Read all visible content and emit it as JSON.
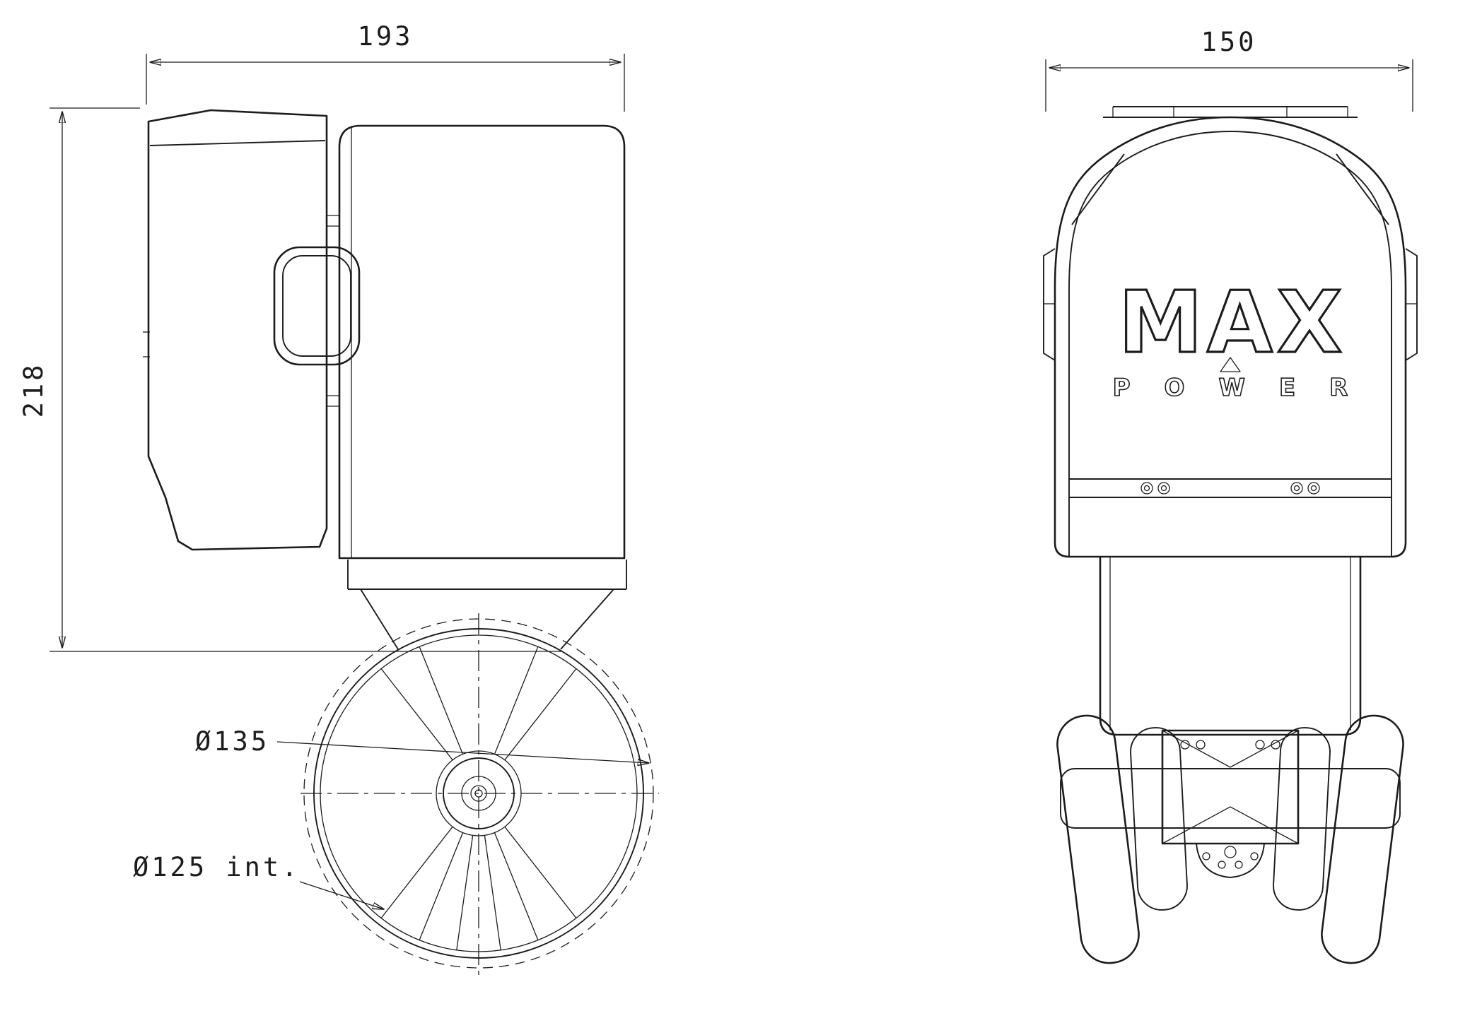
{
  "page": {
    "background": "#ffffff",
    "line_color": "#1c1c1c"
  },
  "side_view": {
    "width_dimension": "193",
    "height_dimension": "218",
    "tunnel_outer_diameter_label": "Ø135",
    "tunnel_inner_diameter_label": "Ø125 int."
  },
  "front_view": {
    "width_dimension": "150",
    "logo_line1": "MAX",
    "logo_line2": "POWER"
  }
}
